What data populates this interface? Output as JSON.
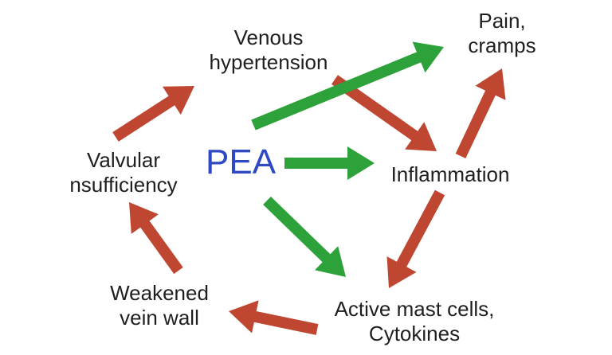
{
  "diagram": {
    "center": {
      "text": "PEA",
      "color": "#2f49c4"
    },
    "nodes": {
      "venous_hypertension": {
        "lines": [
          "Venous",
          "hypertension"
        ]
      },
      "pain_cramps": {
        "lines": [
          "Pain,",
          "cramps"
        ]
      },
      "valvular_insufficiency": {
        "lines": [
          "Valvular",
          "nsufficiency"
        ]
      },
      "inflammation": {
        "lines": [
          "Inflammation"
        ]
      },
      "weakened_vein_wall": {
        "lines": [
          "Weakened",
          "vein wall"
        ]
      },
      "active_mast_cells": {
        "lines": [
          "Active mast cells,",
          "Cytokines"
        ]
      }
    },
    "arrow_colors": {
      "red": "#bf4732",
      "green": "#2ea23a"
    },
    "arrows": [
      {
        "from": "valvular_insufficiency",
        "to": "venous_hypertension",
        "color": "red"
      },
      {
        "from": "venous_hypertension",
        "to": "inflammation",
        "color": "red"
      },
      {
        "from": "inflammation",
        "to": "pain_cramps",
        "color": "red"
      },
      {
        "from": "inflammation",
        "to": "active_mast_cells",
        "color": "red"
      },
      {
        "from": "active_mast_cells",
        "to": "weakened_vein_wall",
        "color": "red"
      },
      {
        "from": "weakened_vein_wall",
        "to": "valvular_insufficiency",
        "color": "red"
      },
      {
        "from": "pea",
        "to": "pain_cramps",
        "color": "green"
      },
      {
        "from": "pea",
        "to": "inflammation",
        "color": "green"
      },
      {
        "from": "pea",
        "to": "active_mast_cells",
        "color": "green"
      }
    ]
  }
}
